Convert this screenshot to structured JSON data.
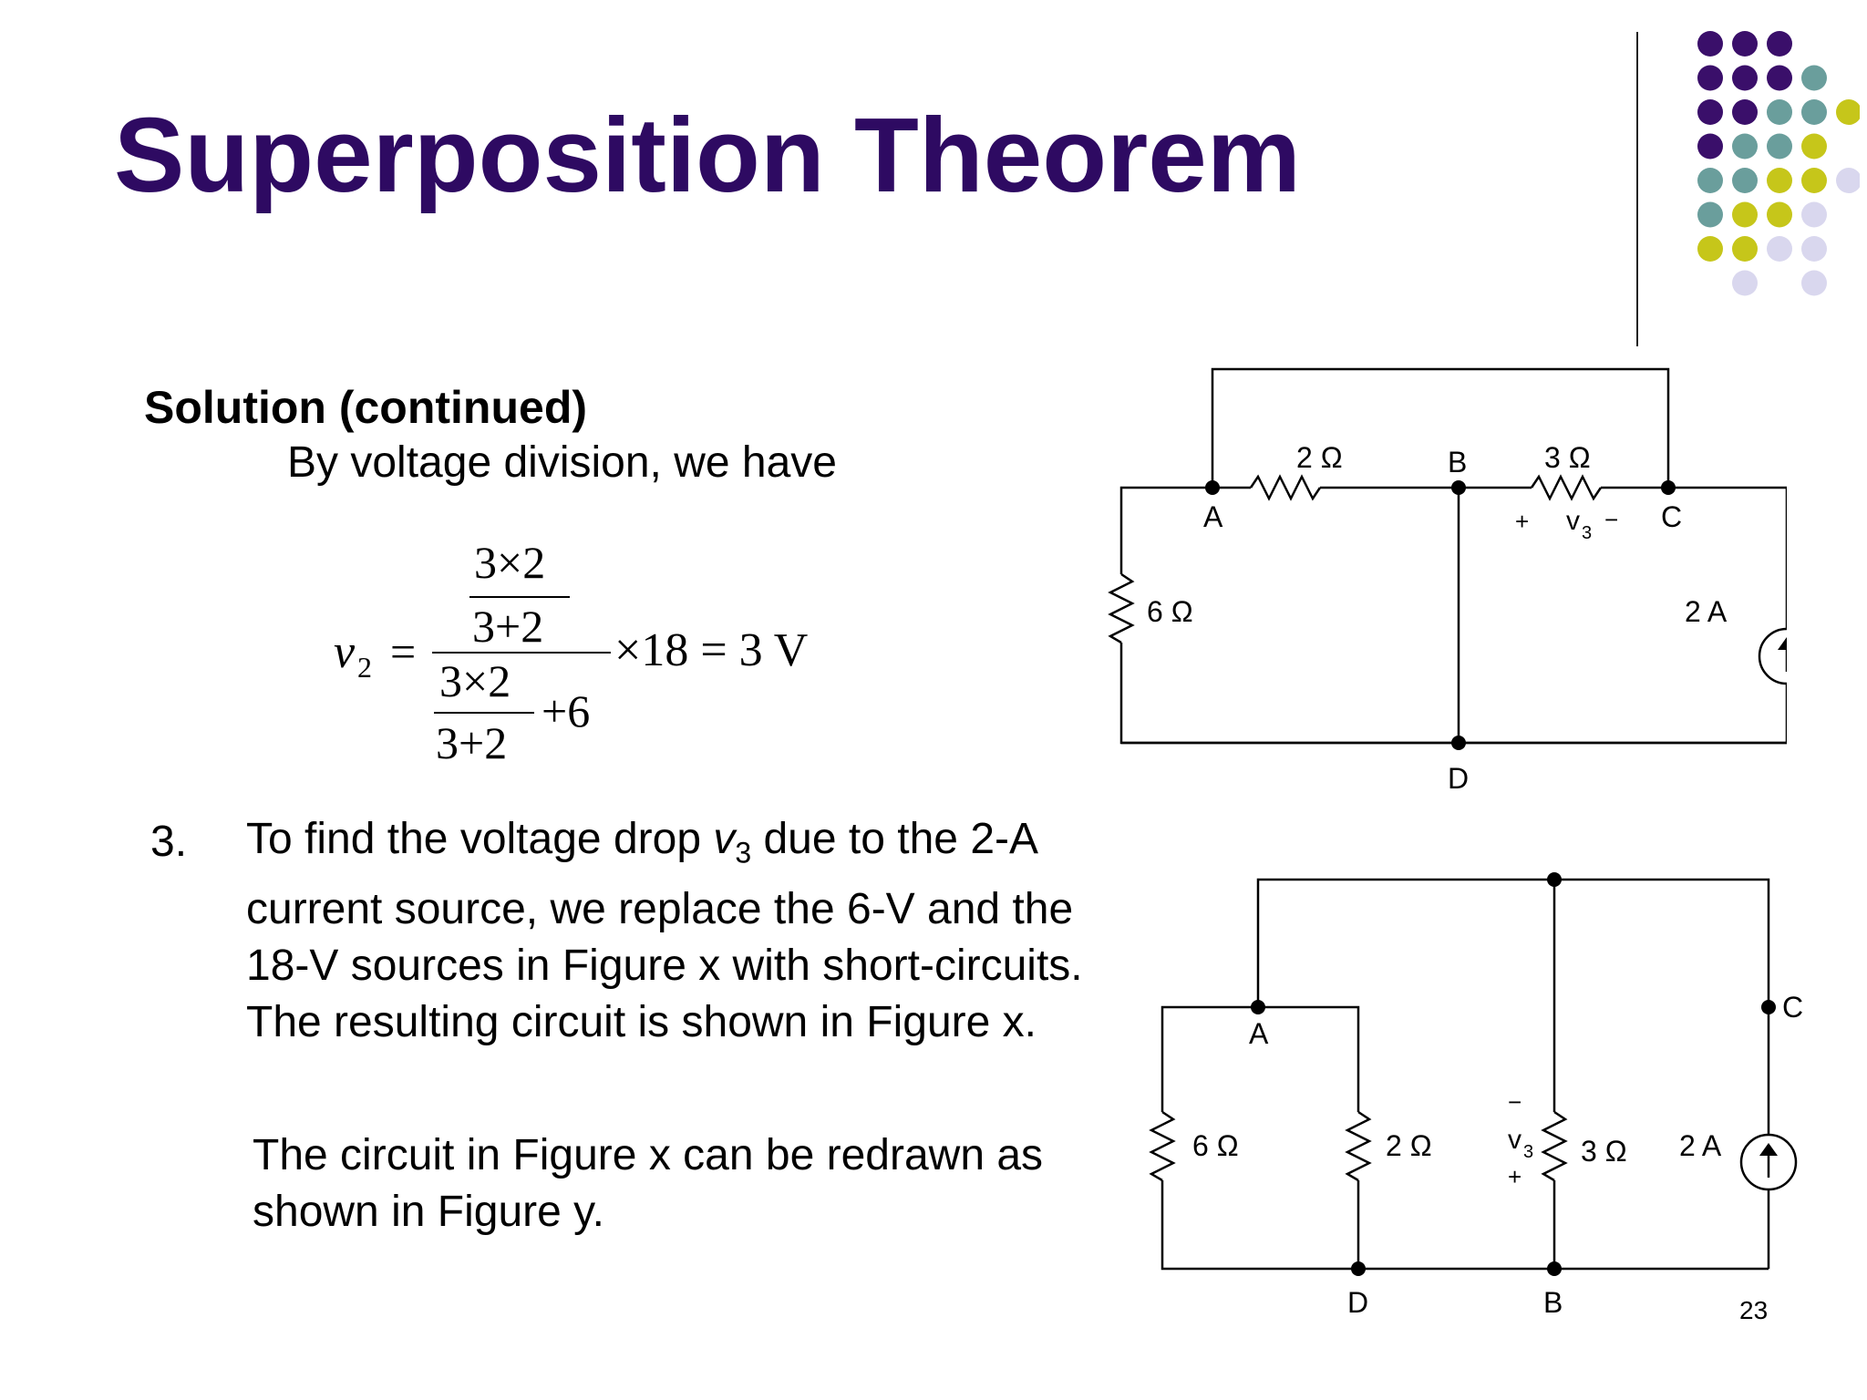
{
  "slide": {
    "title": "Superposition Theorem",
    "subtitle": "Solution (continued)",
    "intro": "By voltage division, we have",
    "page_number": "23"
  },
  "equation": {
    "lhs": "v",
    "lhs_sub": "2",
    "eq": "=",
    "num_top": "3×2",
    "num_bottom": "3+2",
    "den_top": "3×2",
    "den_bottom": "3+2",
    "den_plus": "+6",
    "rhs": "×18 = 3 V"
  },
  "step": {
    "number": "3.",
    "text_before": "To find the voltage drop ",
    "var": "v",
    "var_sub": "3",
    "text_after": " due to the 2-A current source, we replace the 6-V and the 18-V sources in Figure x  with short-circuits. The resulting circuit is shown in Figure x."
  },
  "note": "The circuit in Figure x can be redrawn as shown in Figure y.",
  "figure_x": {
    "node_a": "A",
    "node_b": "B",
    "node_c": "C",
    "node_d": "D",
    "r_2": "2 Ω",
    "r_3": "3 Ω",
    "r_6": "6 Ω",
    "source": "2 A",
    "plus": "+",
    "minus": "−",
    "v": "v",
    "v_sub": "3"
  },
  "figure_y": {
    "node_a": "A",
    "node_b": "B",
    "node_c": "C",
    "node_d": "D",
    "r_6": "6 Ω",
    "r_2": "2 Ω",
    "r_3": "3 Ω",
    "source": "2 A",
    "plus": "+",
    "minus": "−",
    "v": "v",
    "v_sub": "3"
  },
  "colors": {
    "title": "#2e0a62",
    "dot_purple": "#3a0f6a",
    "dot_teal": "#6a9e9c",
    "dot_yellow": "#c6c61a",
    "dot_lavender": "#d9d7ee"
  }
}
